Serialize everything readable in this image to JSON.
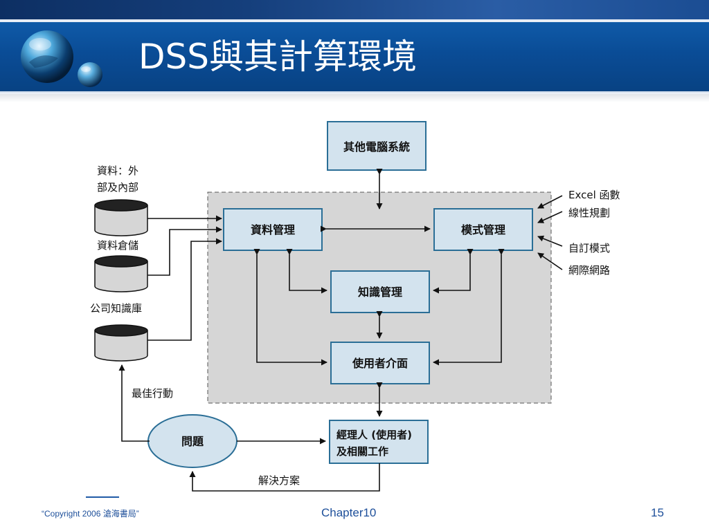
{
  "slide": {
    "title": "DSS與其計算環境",
    "footer": {
      "copyright": "“Copyright 2006 滄海書局”",
      "chapter": "Chapter10",
      "page": "15"
    }
  },
  "diagram": {
    "boxes": {
      "other_systems": "其他電腦系統",
      "data_mgmt": "資料管理",
      "model_mgmt": "模式管理",
      "knowledge_mgmt": "知識管理",
      "user_interface": "使用者介面",
      "manager_line1": "經理人 (使用者)",
      "manager_line2": "及相關工作",
      "problem": "問題"
    },
    "sources": {
      "external_internal_line1": "資料：外",
      "external_internal_line2": "部及內部",
      "data_warehouse": "資料倉儲",
      "knowledge_base": "公司知識庫"
    },
    "model_inputs": [
      "Excel 函數",
      "線性規劃",
      "自訂模式",
      "網際網路"
    ],
    "edge_labels": {
      "best_action": "最佳行動",
      "solution": "解決方案"
    },
    "colors": {
      "box_fill": "#d3e3ee",
      "box_stroke": "#2a6e96",
      "region_fill": "#d6d6d6",
      "cylinder_fill": "#d6d6d6"
    }
  }
}
